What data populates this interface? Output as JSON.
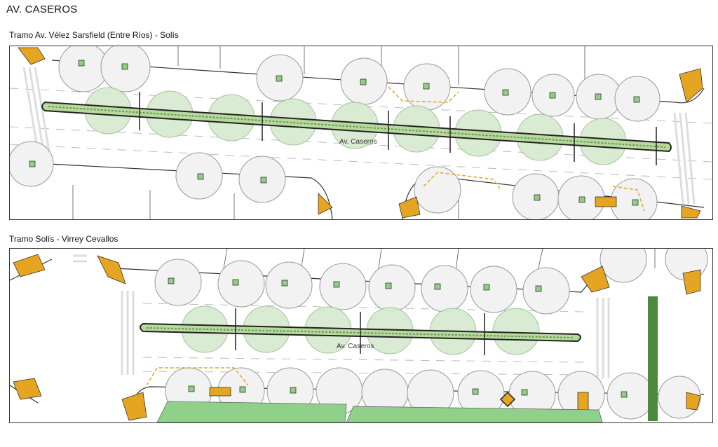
{
  "title": "AV. CASEROS",
  "sections": [
    {
      "heading": "Tramo Av. Vélez Sarsfield (Entre Ríos) - Solís",
      "street_label": "Av. Caseros"
    },
    {
      "heading": "Tramo Solís - Virrey Cevallos",
      "street_label": "Av. Caseros"
    }
  ],
  "colors": {
    "tree_canopy": "#d7e9cf",
    "tree_outline": "#9bbf8e",
    "existing_tree": "#f2f2f2",
    "planter": "#8ed07f",
    "median": "#b8d99e",
    "tactile_paving": "#e6a520",
    "bike_lane": "#4a8a3a",
    "green_area": "#8fd18a",
    "road_line": "#333333"
  }
}
